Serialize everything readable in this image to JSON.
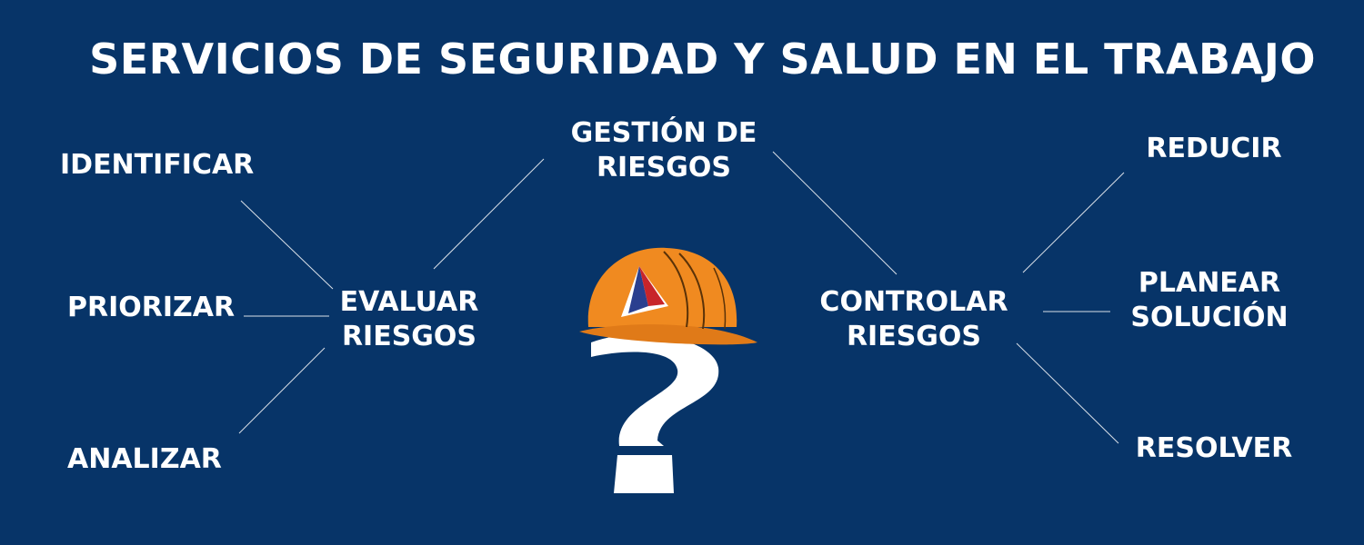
{
  "title": "SERVICIOS DE SEGURIDAD Y SALUD EN EL TRABAJO",
  "center": {
    "line1": "GESTIÓN DE",
    "line2": "RIESGOS"
  },
  "evaluar": {
    "line1": "EVALUAR",
    "line2": "RIESGOS",
    "children": [
      "IDENTIFICAR",
      "PRIORIZAR",
      "ANALIZAR"
    ]
  },
  "controlar": {
    "line1": "CONTROLAR",
    "line2": "RIESGOS",
    "children": [
      "REDUCIR",
      "PLANEAR SOLUCIÓN",
      "RESOLVER"
    ],
    "planear_line1": "PLANEAR",
    "planear_line2": "SOLUCIÓN"
  },
  "colors": {
    "background": "#073468",
    "text": "#ffffff",
    "helmet": "#f08a20",
    "logo_blue": "#2a3f8f",
    "logo_red": "#c8252a"
  },
  "icons": [
    "helmet-icon",
    "question-mark-icon",
    "logo-icon"
  ]
}
